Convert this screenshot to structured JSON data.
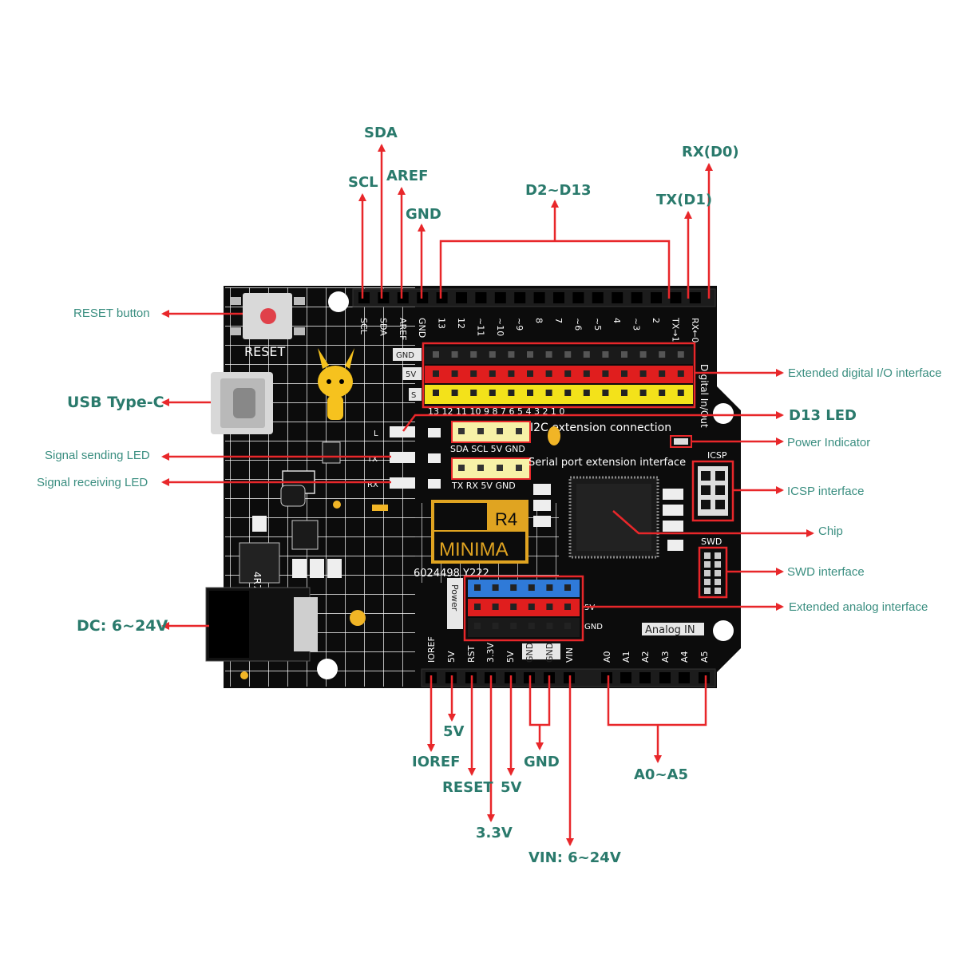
{
  "colors": {
    "arrow": "#e8272a",
    "label_bold": "#2a7a6c",
    "label_thin": "#3a8e80",
    "board": "#0c0c0c",
    "grid": "#ffffff",
    "header_red": "#e01e1e",
    "header_yellow": "#f3e21a",
    "header_blue": "#2f7ad8",
    "logo_gold": "#e0a421"
  },
  "top_labels": {
    "sda": "SDA",
    "scl": "SCL",
    "aref": "AREF",
    "gnd": "GND",
    "d2_d13": "D2~D13",
    "rx_d0": "RX(D0)",
    "tx_d1": "TX(D1)"
  },
  "left_labels": {
    "reset_button": "RESET button",
    "usb_type_c": "USB Type-C",
    "signal_sending_led": "Signal sending LED",
    "signal_receiving_led": "Signal receiving LED",
    "dc_input": "DC: 6~24V"
  },
  "right_labels": {
    "extended_digital_io": "Extended digital I/O interface",
    "d13_led": "D13 LED",
    "power_indicator": "Power Indicator",
    "icsp_interface": "ICSP interface",
    "chip": "Chip",
    "swd_interface": "SWD interface",
    "extended_analog": "Extended analog interface"
  },
  "bottom_labels": {
    "v5_a": "5V",
    "ioref": "IOREF",
    "reset": "RESET",
    "v5_b": "5V",
    "gnd": "GND",
    "v33": "3.3V",
    "vin": "VIN: 6~24V",
    "a0_a5": "A0~A5"
  },
  "board": {
    "reset_silk": "RESET",
    "top_pins": [
      "SCL",
      "SDA",
      "AREF",
      "GND",
      "13",
      "12",
      "~11",
      "~10",
      "~9",
      "8",
      "7",
      "~6",
      "~5",
      "4",
      "~3",
      "2",
      "TX→1",
      "RX←0"
    ],
    "digital_side": "Digital In/Out",
    "header_gnd": "GND",
    "header_5v": "5V",
    "header_s": "S",
    "digital_numbers": "13 12 11 10 9 8 7 6 5 4 3 2 1 0",
    "i2c_label": "I2C extension connection",
    "i2c_pins": "SDA SCL 5V GND",
    "serial_label": "Serial port extension interface",
    "serial_pins": "TX RX 5V GND",
    "led_l": "L",
    "led_tx": "TX",
    "led_rx": "RX",
    "logo_top": "R4",
    "logo_bottom": "MINIMA",
    "serial_no": "6024498  Y222",
    "inductor": "4R7",
    "icsp": "ICSP",
    "swd": "SWD",
    "power_side": "Power",
    "analog_in": "Analog IN",
    "analog_gnd": "GND",
    "analog_5v": "5V",
    "bottom_pins": [
      "IOREF",
      "5V",
      "RST",
      "3.3V",
      "5V",
      "GND",
      "GND",
      "VIN",
      "A0",
      "A1",
      "A2",
      "A3",
      "A4",
      "A5"
    ]
  }
}
